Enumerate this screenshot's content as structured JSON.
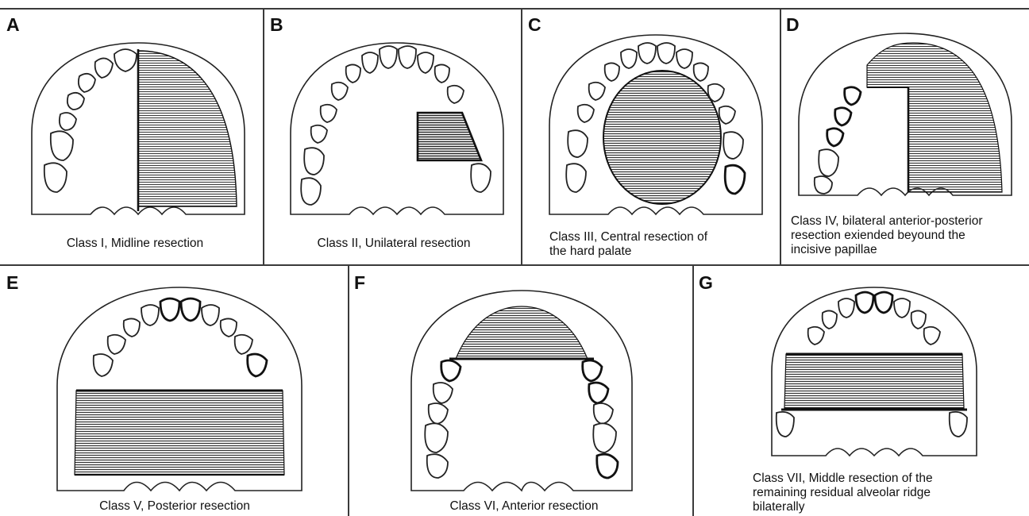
{
  "panels": [
    {
      "id": "A",
      "label": "A",
      "caption": "Class I, Midline resection"
    },
    {
      "id": "B",
      "label": "B",
      "caption": "Class II, Unilateral resection"
    },
    {
      "id": "C",
      "label": "C",
      "caption": "Class III, Central resection of\nthe hard palate"
    },
    {
      "id": "D",
      "label": "D",
      "caption": "Class IV, bilateral anterior-posterior\nresection exiended beyound the\nincisive papillae"
    },
    {
      "id": "E",
      "label": "E",
      "caption": "Class V, Posterior resection"
    },
    {
      "id": "F",
      "label": "F",
      "caption": "Class VI, Anterior resection"
    },
    {
      "id": "G",
      "label": "G",
      "caption": "Class VII, Middle resection of the\nremaining residual alveolar ridge\nbilaterally"
    }
  ],
  "colors": {
    "line": "#222222",
    "hatch": "#3c3c3c",
    "border": "#3a3a3a"
  }
}
